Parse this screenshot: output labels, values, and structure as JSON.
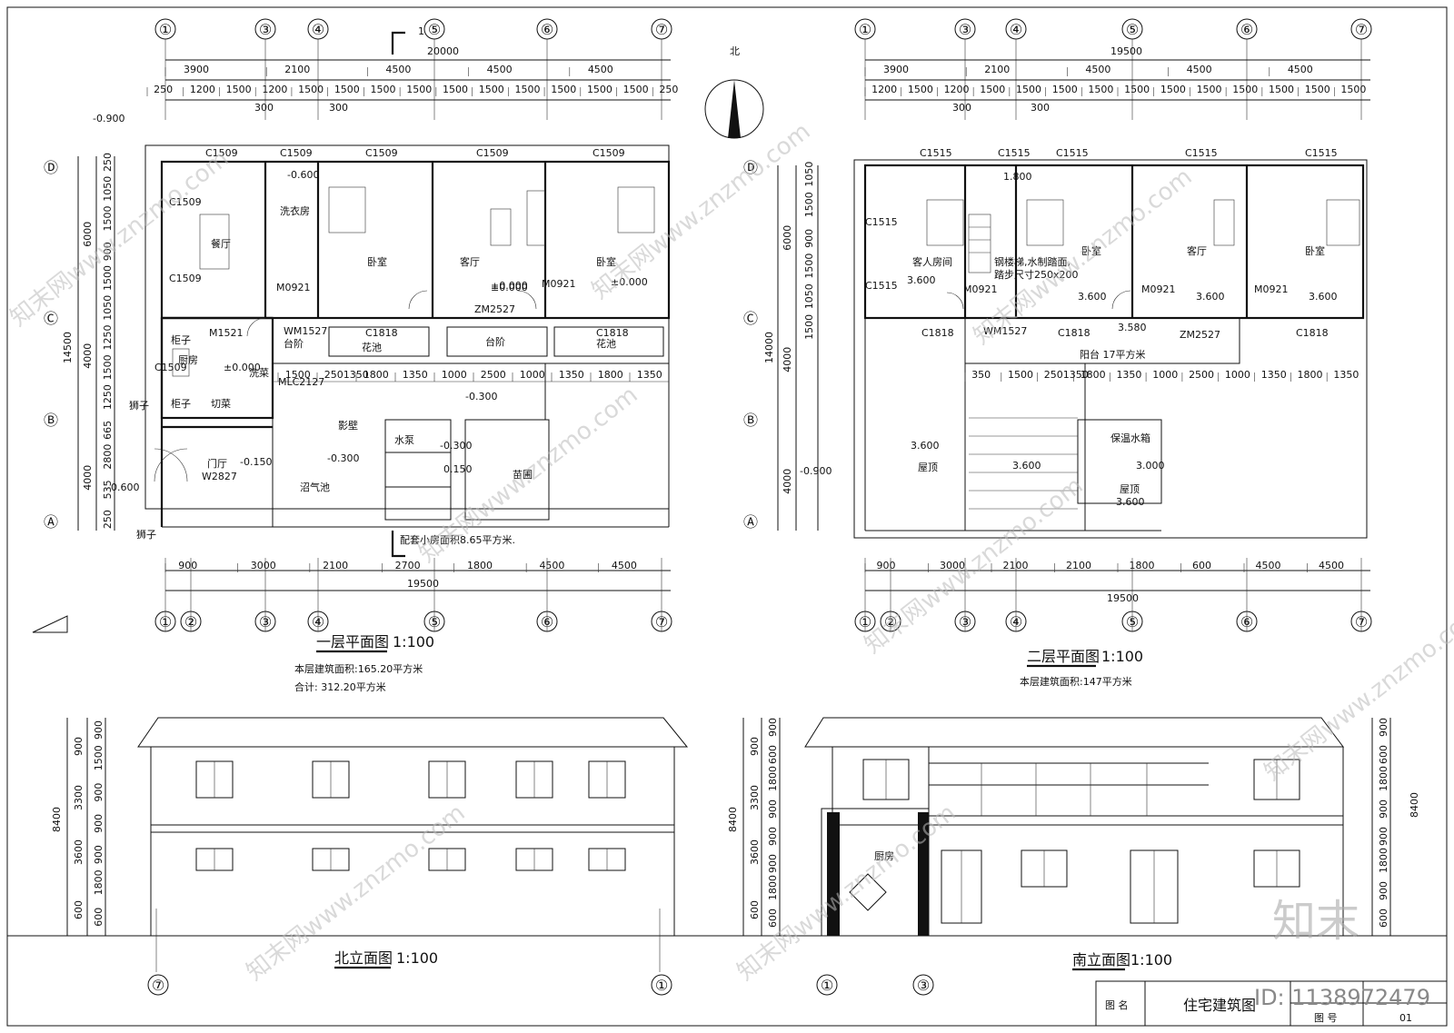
{
  "plan1": {
    "title": "一层平面图",
    "scale": "1:100",
    "area_note": "本层建筑面积:165.20平方米",
    "total_note": "合计: 312.20平方米",
    "aux_note": "配套小房面积8.65平方米.",
    "top_axes": [
      "①",
      "③",
      "④",
      "⑤",
      "⑥",
      "⑦"
    ],
    "bottom_axes": [
      "①",
      "②",
      "③",
      "④",
      "⑤",
      "⑥",
      "⑦"
    ],
    "total_top": "20000",
    "total_bottom": "19500",
    "top_dims1": [
      "3900",
      "2100",
      "4500",
      "4500",
      "4500"
    ],
    "top_dims2": [
      "250",
      "1200",
      "1500",
      "1200",
      "1500",
      "1500",
      "1500",
      "1500",
      "1500",
      "1500",
      "1500",
      "1500",
      "1500",
      "1500",
      "250"
    ],
    "top_dims3": [
      "300",
      "300"
    ],
    "bottom_dims": [
      "900",
      "3000",
      "2100",
      "2700",
      "1800",
      "4500",
      "4500"
    ],
    "row_axes": [
      "Ⓓ",
      "Ⓒ",
      "Ⓑ",
      "Ⓐ"
    ],
    "left_total": "14500",
    "left_dims1": [
      "6000",
      "4000",
      "4000"
    ],
    "left_dims2": [
      "250",
      "1050",
      "1500",
      "900",
      "1500",
      "1050",
      "1250",
      "1500",
      "1250",
      "665",
      "2800",
      "535",
      "250"
    ],
    "rooms": [
      "餐厅",
      "洗衣房",
      "卧室",
      "客厅",
      "卧室",
      "厨房",
      "柜子",
      "柜子",
      "切菜",
      "洗菜",
      "门厅",
      "台阶",
      "花池",
      "台阶",
      "花池",
      "沼气池",
      "影壁",
      "水泵",
      "苗圃",
      "狮子",
      "狮子"
    ],
    "openings": [
      "C1509",
      "C1509",
      "C1509",
      "C1509",
      "C1509",
      "C1509",
      "C1509",
      "C1509",
      "M1521",
      "WM1527",
      "C1818",
      "ZM2527",
      "C1818",
      "M0921",
      "M0921",
      "W2827",
      "MLC2127"
    ],
    "levels": [
      "-0.900",
      "-0.600",
      "±0.000",
      "±0.000",
      "±0.000",
      "±0.000",
      "-0.300",
      "-0.300",
      "-0.300",
      "-0.150",
      "-0.600",
      "0.150"
    ],
    "mid_dims": [
      "1500",
      "2501350",
      "1800",
      "1350",
      "1000",
      "2500",
      "1000",
      "1350",
      "1800",
      "1350"
    ]
  },
  "plan2": {
    "title": "二层平面图",
    "scale": "1:100",
    "area_note": "本层建筑面积:147平方米",
    "top_axes": [
      "①",
      "③",
      "④",
      "⑤",
      "⑥",
      "⑦"
    ],
    "bottom_axes": [
      "①",
      "②",
      "③",
      "④",
      "⑤",
      "⑥",
      "⑦"
    ],
    "total_top": "19500",
    "total_bottom": "19500",
    "top_dims1": [
      "3900",
      "2100",
      "4500",
      "4500",
      "4500"
    ],
    "top_dims2": [
      "1200",
      "1500",
      "1200",
      "1500",
      "1500",
      "1500",
      "1500",
      "1500",
      "1500",
      "1500",
      "1500",
      "1500",
      "1500",
      "1500"
    ],
    "top_dims3": [
      "300",
      "300"
    ],
    "bottom_dims": [
      "900",
      "3000",
      "2100",
      "2100",
      "1800",
      "600",
      "4500",
      "4500"
    ],
    "row_axes": [
      "Ⓓ",
      "Ⓒ",
      "Ⓑ",
      "Ⓐ"
    ],
    "left_total": "14000",
    "left_dims1": [
      "6000",
      "4000",
      "4000"
    ],
    "left_dims2": [
      "1050",
      "1500",
      "900",
      "1500",
      "1050",
      "1500"
    ],
    "rooms": [
      "客人房间",
      "卧室",
      "客厅",
      "卧室",
      "阳台 17平方米",
      "屋顶",
      "屋顶",
      "保温水箱"
    ],
    "stair_note": "钢楼梯,水制踏面,",
    "stair_note2": "踏步尺寸250x200",
    "openings": [
      "C1515",
      "C1515",
      "C1515",
      "C1515",
      "C1515",
      "C1515",
      "C1515",
      "C1818",
      "C1818",
      "C1818",
      "WM1527",
      "ZM2527",
      "M0921",
      "M0921",
      "M0921"
    ],
    "levels": [
      "1.800",
      "3.600",
      "3.600",
      "3.600",
      "3.600",
      "3.580",
      "3.600",
      "3.600",
      "3.000",
      "3.600",
      "-0.900"
    ],
    "mid_dims": [
      "350",
      "1500",
      "2501350",
      "1800",
      "1350",
      "1000",
      "2500",
      "1000",
      "1350",
      "1800",
      "1350"
    ]
  },
  "north": {
    "label": "北"
  },
  "elev_north": {
    "title": "北立面图",
    "scale": "1:100",
    "axes": [
      "⑦",
      "①"
    ],
    "total": "8400",
    "dims1": [
      "900",
      "3300",
      "3600",
      "600"
    ],
    "dims2": [
      "900",
      "1500",
      "900",
      "900",
      "900",
      "1800",
      "600"
    ]
  },
  "elev_south": {
    "title": "南立面图",
    "scale": "1:100",
    "axes": [
      "①",
      "③"
    ],
    "total": "8400",
    "dims1": [
      "900",
      "3300",
      "3600",
      "600"
    ],
    "dims2": [
      "900",
      "600",
      "1800",
      "900",
      "900",
      "900",
      "1800",
      "600"
    ],
    "right_dims": [
      "900",
      "600",
      "1800",
      "900",
      "900",
      "1800",
      "900",
      "600"
    ],
    "kitchen": "厨房"
  },
  "title_block": {
    "name_label": "图 名",
    "name_value": "住宅建筑图",
    "num_label": "图 号",
    "num_value": "01",
    "id_text": "ID: 1138972479"
  },
  "watermark": {
    "text": "知末网www.znzmo.com",
    "logo": "知末"
  }
}
